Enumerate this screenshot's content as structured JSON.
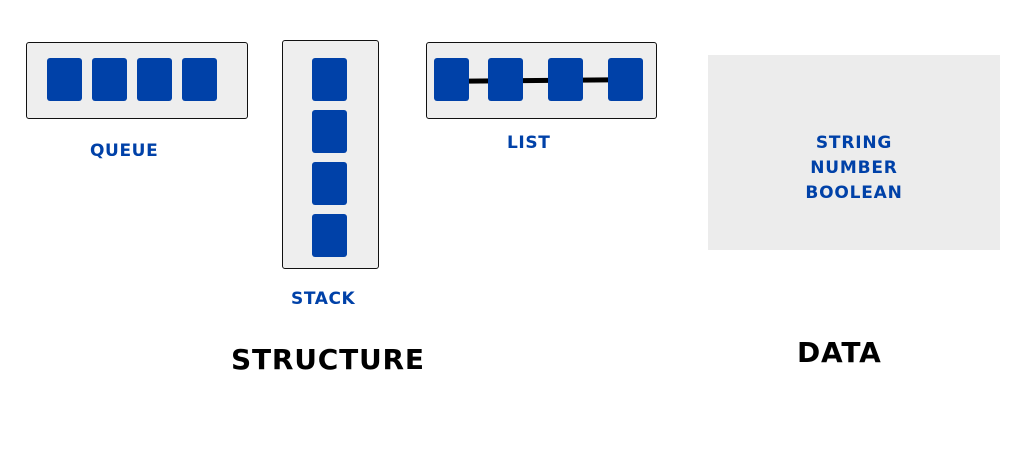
{
  "colors": {
    "accent": "#0041a8",
    "container_fill": "#eeeeee",
    "data_panel_fill": "#ececec",
    "heading": "#000000"
  },
  "structures": {
    "queue": {
      "label": "QUEUE",
      "items": 4
    },
    "stack": {
      "label": "STACK",
      "items": 4
    },
    "list": {
      "label": "LIST",
      "items": 4
    }
  },
  "headings": {
    "structure": "STRUCTURE",
    "data": "DATA"
  },
  "data_types": [
    "STRING",
    "NUMBER",
    "BOOLEAN"
  ]
}
